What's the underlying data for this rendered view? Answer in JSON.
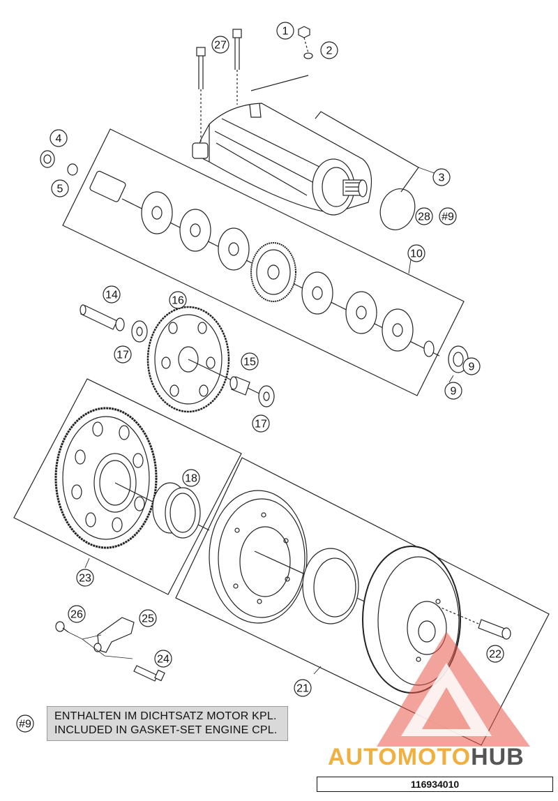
{
  "callouts": [
    "1",
    "2",
    "3",
    "4",
    "5",
    "9",
    "9",
    "10",
    "14",
    "15",
    "16",
    "17",
    "17",
    "18",
    "21",
    "22",
    "23",
    "24",
    "25",
    "26",
    "27",
    "28",
    "#9",
    "#9"
  ],
  "note": {
    "badge": "#9",
    "line1": "ENTHALTEN IM DICHTSATZ MOTOR KPL.",
    "line2": "INCLUDED IN GASKET-SET ENGINE CPL."
  },
  "watermark": {
    "brand_part1": "AUTOMOTO",
    "brand_part2": "HUB",
    "color_primary": "#e85a4a",
    "color_secondary": "#f0b040",
    "color_text_dark": "#555555"
  },
  "part_number": "116934010",
  "colors": {
    "line": "#222222",
    "background": "#ffffff",
    "note_fill": "#d9d9d9"
  }
}
